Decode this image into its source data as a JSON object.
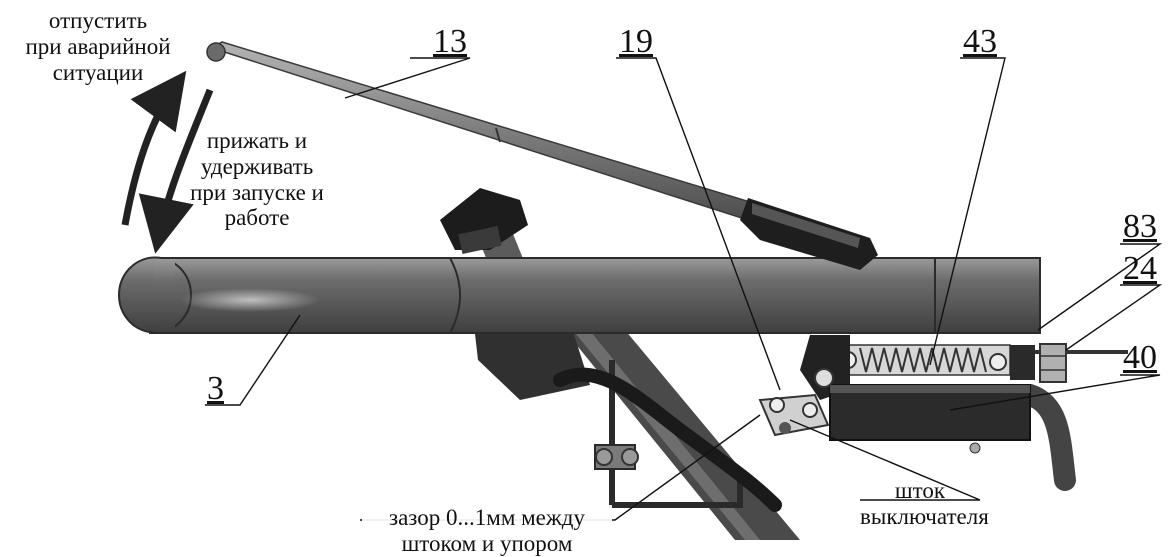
{
  "callouts": {
    "c13": "13",
    "c19": "19",
    "c43": "43",
    "c83": "83",
    "c24": "24",
    "c40": "40",
    "c3": "3"
  },
  "notes": {
    "release": [
      "отпустить",
      "при аварийной",
      "ситуации"
    ],
    "press_hold": [
      "прижать и",
      "удерживать",
      "при запуске и",
      "работе"
    ],
    "gap": [
      "зазор 0...1мм между",
      "штоком и упором"
    ],
    "switch_rod": [
      "шток",
      "выключателя"
    ]
  }
}
